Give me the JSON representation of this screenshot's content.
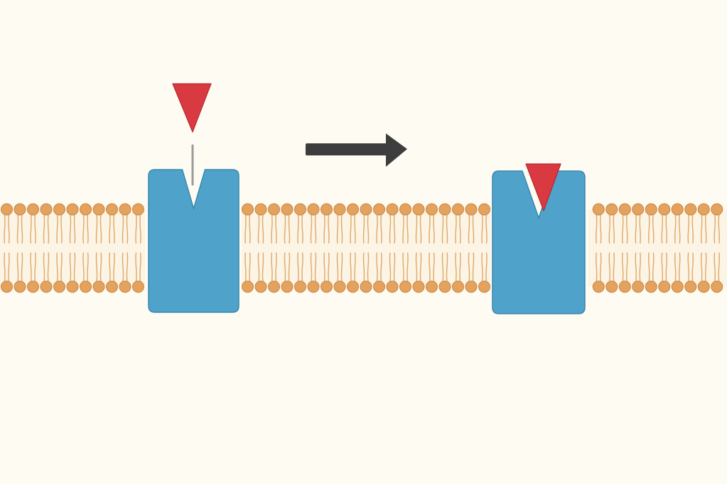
{
  "diagram": {
    "type": "ligand-receptor-binding",
    "background_color": "#fdfbf2",
    "membrane": {
      "head_color": "#e3a35f",
      "head_edge_color": "#c9843e",
      "tail_color": "#e0a868",
      "band_color": "#fbf0dc"
    },
    "receptor": {
      "fill_color": "#4fa3cb",
      "edge_color": "#3a86ad"
    },
    "ligand": {
      "fill_color": "#d93a42",
      "edge_color": "#b8282f"
    },
    "approach_line_color": "#9a9a9a",
    "arrow": {
      "color": "#3d3d3d",
      "direction": "right"
    },
    "panels": [
      {
        "id": "before-binding",
        "ligand_state": "unbound"
      },
      {
        "id": "after-binding",
        "ligand_state": "bound"
      }
    ]
  }
}
